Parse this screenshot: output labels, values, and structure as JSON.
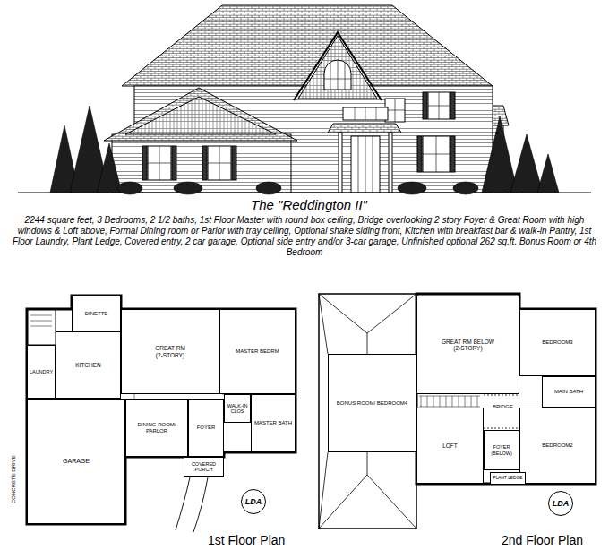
{
  "diagram": {
    "title": "The \"Reddington II\"",
    "caption": "2244 square feet, 3 Bedrooms, 2 1/2 baths, 1st Floor Master with round box ceiling, Bridge overlooking 2 story Foyer & Great Room with high windows & Loft above, Formal Dining room or Parlor with tray ceiling, Optional shake siding front, Kitchen with breakfast bar & walk-in Pantry, 1st Floor Laundry, Plant Ledge, Covered entry, 2 car garage, Optional side entry and/or 3-car garage, Unfinished optional 262 sq.ft. Bonus Room or 4th Bedroom",
    "nodes": [
      {
        "text": [
          "DINETTE"
        ]
      },
      {
        "text": [
          "GREAT RM",
          "(2-STORY)"
        ]
      },
      {
        "text": [
          "MASTER BEDRM"
        ]
      },
      {
        "text": [
          "KITCHEN"
        ]
      },
      {
        "text": [
          "LAUNDRY"
        ]
      },
      {
        "text": [
          "DINING ROOM/ PARLOR"
        ]
      },
      {
        "text": [
          "FOYER"
        ]
      },
      {
        "text": [
          "WALK-IN CLOS"
        ]
      },
      {
        "text": [
          "MASTER BATH"
        ]
      },
      {
        "text": [
          "GARAGE"
        ]
      },
      {
        "text": [
          "COVERED PORCH"
        ]
      },
      {
        "text": [
          "LDA"
        ]
      },
      {
        "text": [
          "GREAT RM BELOW",
          "(2-STORY)"
        ]
      },
      {
        "text": [
          "BEDROOM3"
        ]
      },
      {
        "text": [
          "BONUS ROOM/ BEDROOM4"
        ]
      },
      {
        "text": [
          "MAIN BATH"
        ]
      },
      {
        "text": [
          "LOFT"
        ]
      },
      {
        "text": [
          "FOYER",
          "(BELOW)"
        ]
      },
      {
        "text": [
          "BEDROOM2"
        ]
      },
      {
        "text": [
          "PLANT LEDGE"
        ]
      },
      {
        "text": [
          "LDA"
        ]
      }
    ],
    "labels": [
      "CONCRETE DRIVE",
      "BRIDGE",
      "1st Floor Plan",
      "2nd Floor Plan"
    ]
  }
}
